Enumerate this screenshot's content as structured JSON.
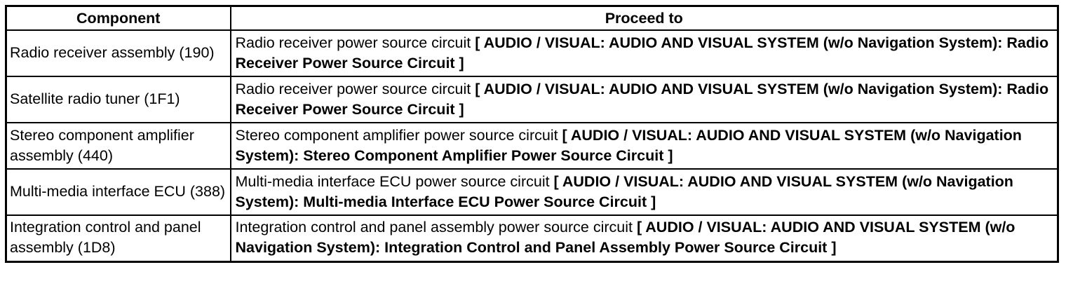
{
  "table": {
    "headers": [
      "Component",
      "Proceed to"
    ],
    "rows": [
      {
        "component": "Radio receiver assembly (190)",
        "proceed_text": "Radio receiver power source circuit ",
        "proceed_ref": "[ AUDIO / VISUAL: AUDIO AND VISUAL SYSTEM (w/o Navigation System): Radio Receiver Power Source Circuit ]"
      },
      {
        "component": "Satellite radio tuner (1F1)",
        "proceed_text": "Radio receiver power source circuit ",
        "proceed_ref": "[ AUDIO / VISUAL: AUDIO AND VISUAL SYSTEM (w/o Navigation System): Radio Receiver Power Source Circuit ]"
      },
      {
        "component": "Stereo component amplifier assembly (440)",
        "proceed_text": "Stereo component amplifier power source circuit ",
        "proceed_ref": "[ AUDIO / VISUAL: AUDIO AND VISUAL SYSTEM (w/o Navigation System): Stereo Component Amplifier Power Source Circuit ]"
      },
      {
        "component": "Multi-media interface ECU (388)",
        "proceed_text": "Multi-media interface ECU power source circuit ",
        "proceed_ref": "[ AUDIO / VISUAL: AUDIO AND VISUAL SYSTEM (w/o Navigation System): Multi-media Interface ECU Power Source Circuit ]"
      },
      {
        "component": "Integration control and panel assembly (1D8)",
        "proceed_text": "Integration control and panel assembly power source circuit ",
        "proceed_ref": "[ AUDIO / VISUAL: AUDIO AND VISUAL SYSTEM (w/o Navigation System): Integration Control and Panel Assembly Power Source Circuit ]"
      }
    ]
  }
}
